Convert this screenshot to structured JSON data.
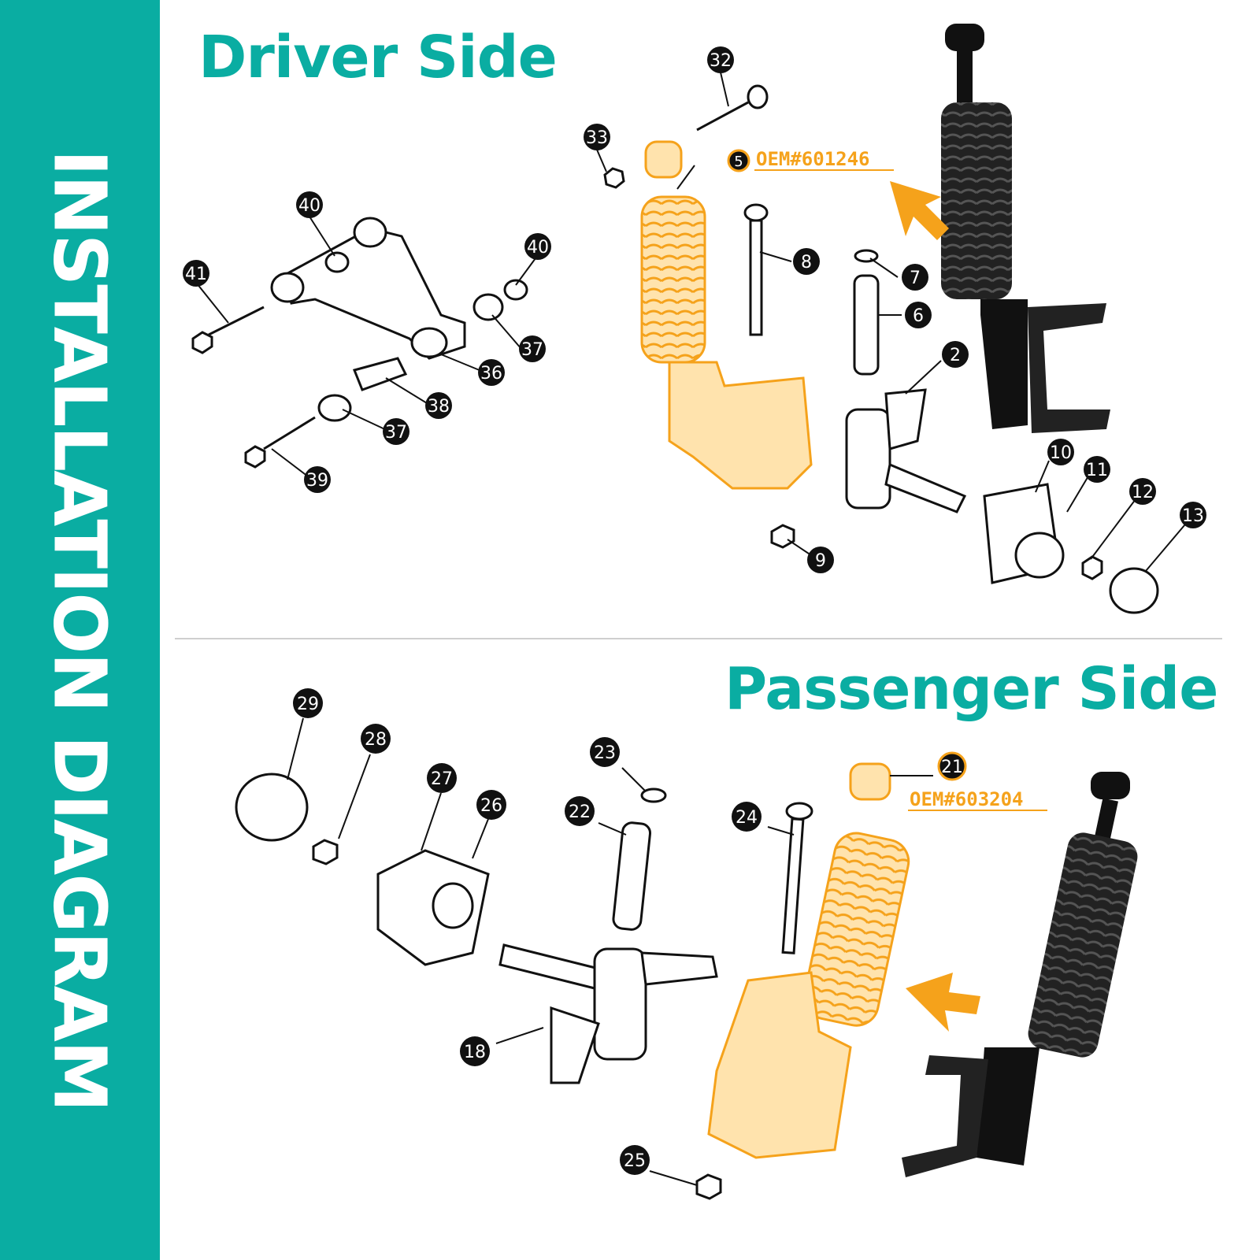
{
  "sidebar": {
    "title": "INSTALLATION DIAGRAM"
  },
  "driver": {
    "heading": "Driver Side",
    "oem": "OEM#601246"
  },
  "passenger": {
    "heading": "Passenger Side",
    "oem": "OEM#603204"
  },
  "colors": {
    "accent": "#0aada2",
    "highlight": "#f5a21b",
    "highlight_fill": "#ffe3ad",
    "callout": "#111111"
  },
  "callouts": {
    "c32": "32",
    "c33": "33",
    "c5": "5",
    "c40a": "40",
    "c40b": "40",
    "c41": "41",
    "c8": "8",
    "c7": "7",
    "c6": "6",
    "c37a": "37",
    "c36": "36",
    "c2": "2",
    "c38": "38",
    "c37b": "37",
    "c39": "39",
    "c10": "10",
    "c11": "11",
    "c12": "12",
    "c13": "13",
    "c9": "9",
    "c29": "29",
    "c28": "28",
    "c27": "27",
    "c26": "26",
    "c23": "23",
    "c22": "22",
    "c21": "21",
    "c24": "24",
    "c18": "18",
    "c25": "25"
  }
}
